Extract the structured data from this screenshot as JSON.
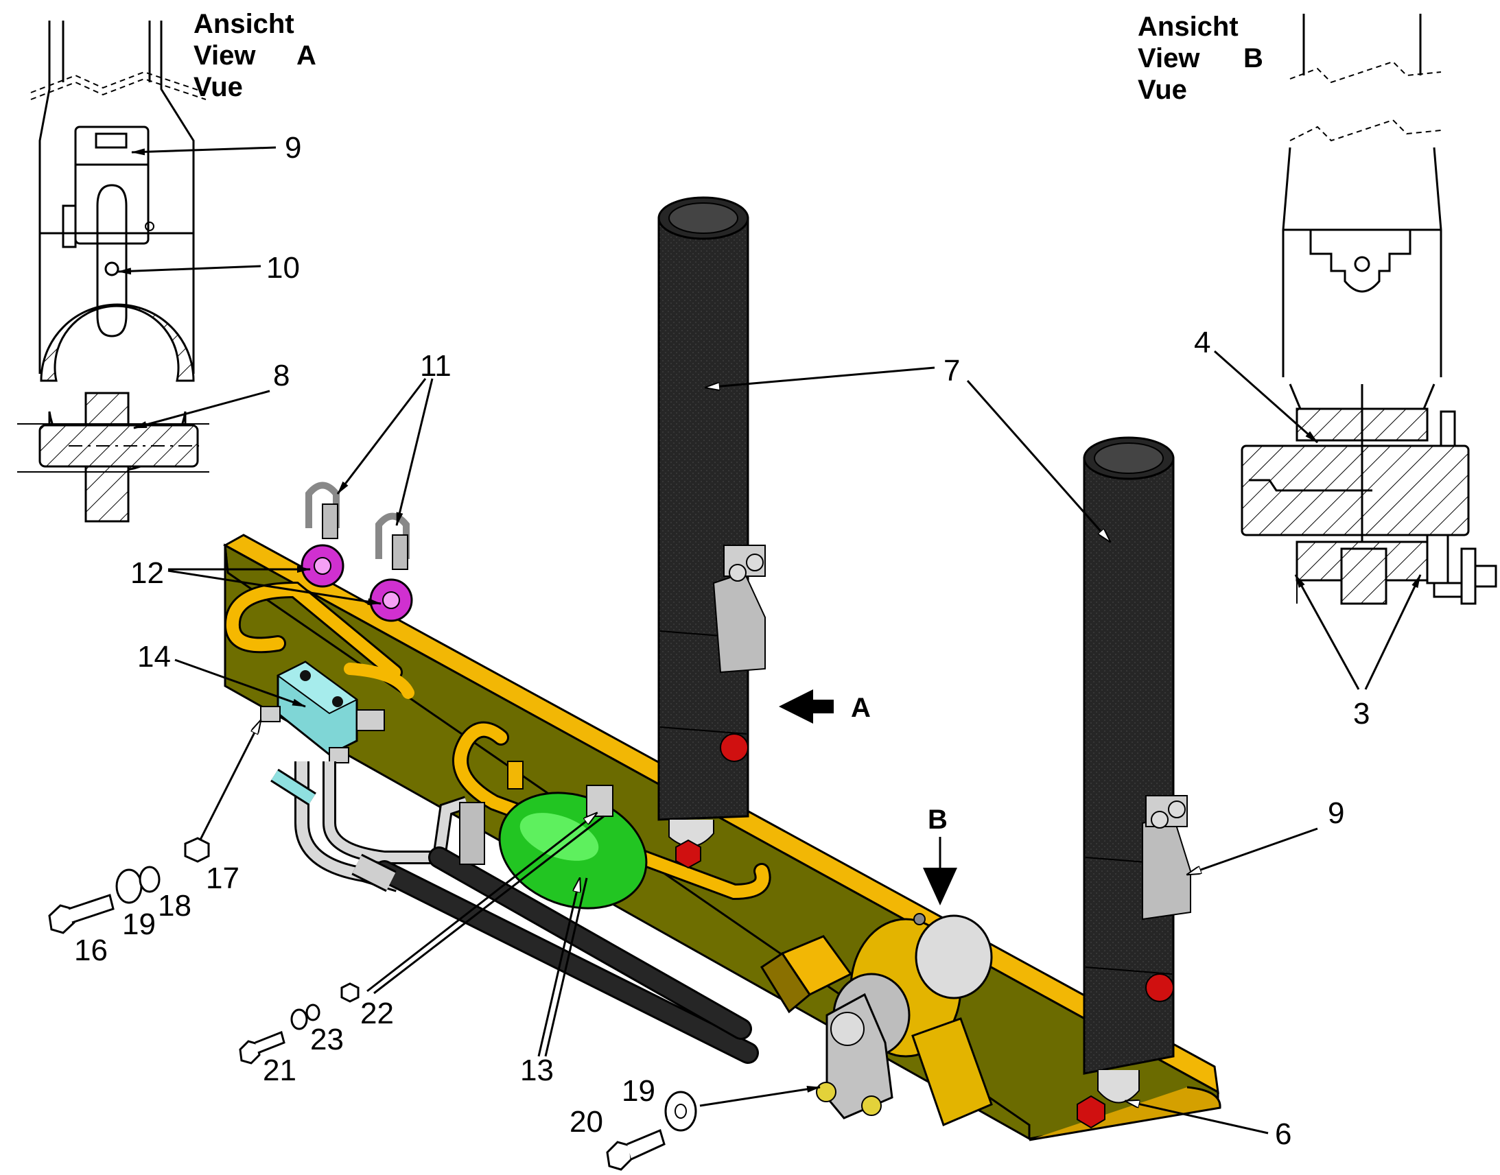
{
  "view_a": {
    "line1": "Ansicht",
    "line2": "View",
    "letter": "A",
    "line3": "Vue"
  },
  "view_b": {
    "line1": "Ansicht",
    "line2": "View",
    "letter": "B",
    "line3": "Vue"
  },
  "callouts": {
    "c3": "3",
    "c4": "4",
    "c6": "6",
    "c7": "7",
    "c8": "8",
    "c9a": "9",
    "c9b": "9",
    "c10": "10",
    "c11": "11",
    "c12": "12",
    "c13": "13",
    "c14": "14",
    "c16": "16",
    "c17": "17",
    "c18": "18",
    "c19a": "19",
    "c19b": "19",
    "c20": "20",
    "c21": "21",
    "c22": "22",
    "c23": "23"
  },
  "arrows": {
    "a": "A",
    "b": "B"
  },
  "colors": {
    "beam": "#f2b705",
    "beam_side": "#6b6b00",
    "tube": "#2a2a2a",
    "lifting_eye": "#d030d0",
    "valve_block": "#7fd6d6",
    "accumulator": "#22c522",
    "handle": "#f5b800",
    "nut_red": "#d01010",
    "bracket": "#bdbdbd"
  }
}
